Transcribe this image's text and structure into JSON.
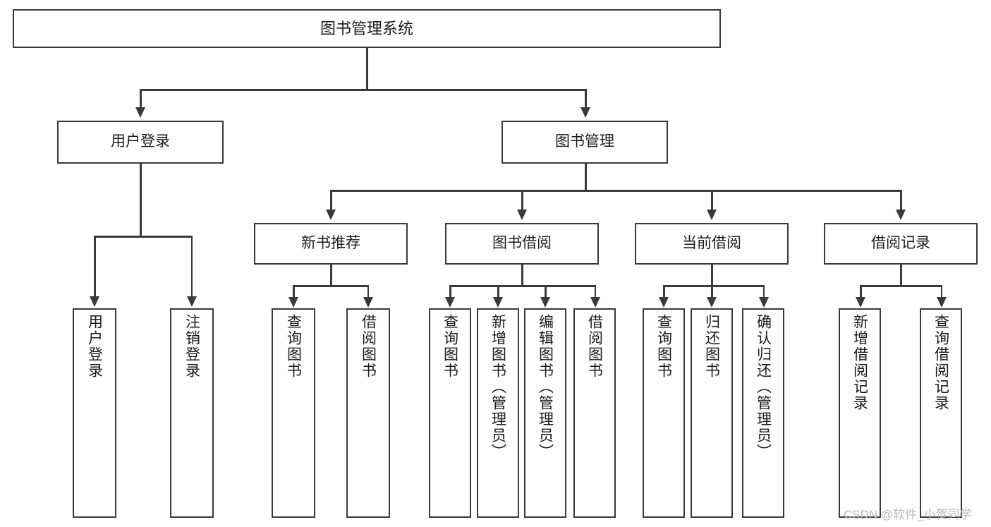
{
  "diagram": {
    "type": "tree-hierarchy-functional-decomposition",
    "root": {
      "label": "图书管理系统"
    },
    "level2": [
      {
        "label": "用户登录"
      },
      {
        "label": "图书管理"
      }
    ],
    "level3": [
      {
        "label": "新书推荐"
      },
      {
        "label": "图书借阅"
      },
      {
        "label": "当前借阅"
      },
      {
        "label": "借阅记录"
      }
    ],
    "leaves": {
      "user_login": [
        {
          "label": "用户登录"
        },
        {
          "label": "注销登录"
        }
      ],
      "new_book_recommend": [
        {
          "label": "查询图书"
        },
        {
          "label": "借阅图书"
        }
      ],
      "book_borrow": [
        {
          "label": "查询图书"
        },
        {
          "label": "新增图书（管理员）"
        },
        {
          "label": "编辑图书（管理员）"
        },
        {
          "label": "借阅图书"
        }
      ],
      "current_borrow": [
        {
          "label": "查询图书"
        },
        {
          "label": "归还图书"
        },
        {
          "label": "确认归还（管理员）"
        }
      ],
      "borrow_record": [
        {
          "label": "新增借阅记录"
        },
        {
          "label": "查询借阅记录"
        }
      ]
    }
  },
  "watermark": {
    "text": "CSDN @软件_小贺同学"
  },
  "colors": {
    "stroke": "#3a3a3a",
    "fill": "#ffffff",
    "text": "#1a1a1a",
    "watermark": "#b9b9b9"
  }
}
